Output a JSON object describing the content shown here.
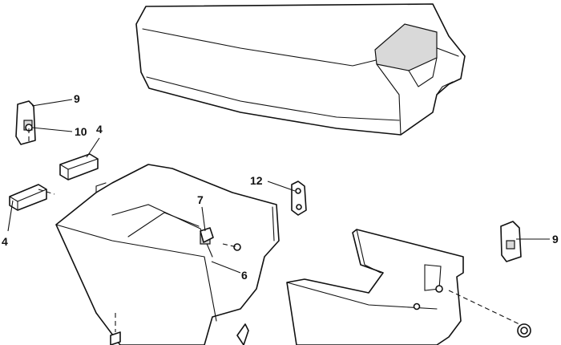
{
  "callouts": {
    "c9_top": "9",
    "c10": "10",
    "c4_upper": "4",
    "c4_lower": "4",
    "c12": "12",
    "c7": "7",
    "c6": "6",
    "c9_right": "9"
  },
  "colors": {
    "line": "#111111",
    "background": "#ffffff"
  }
}
